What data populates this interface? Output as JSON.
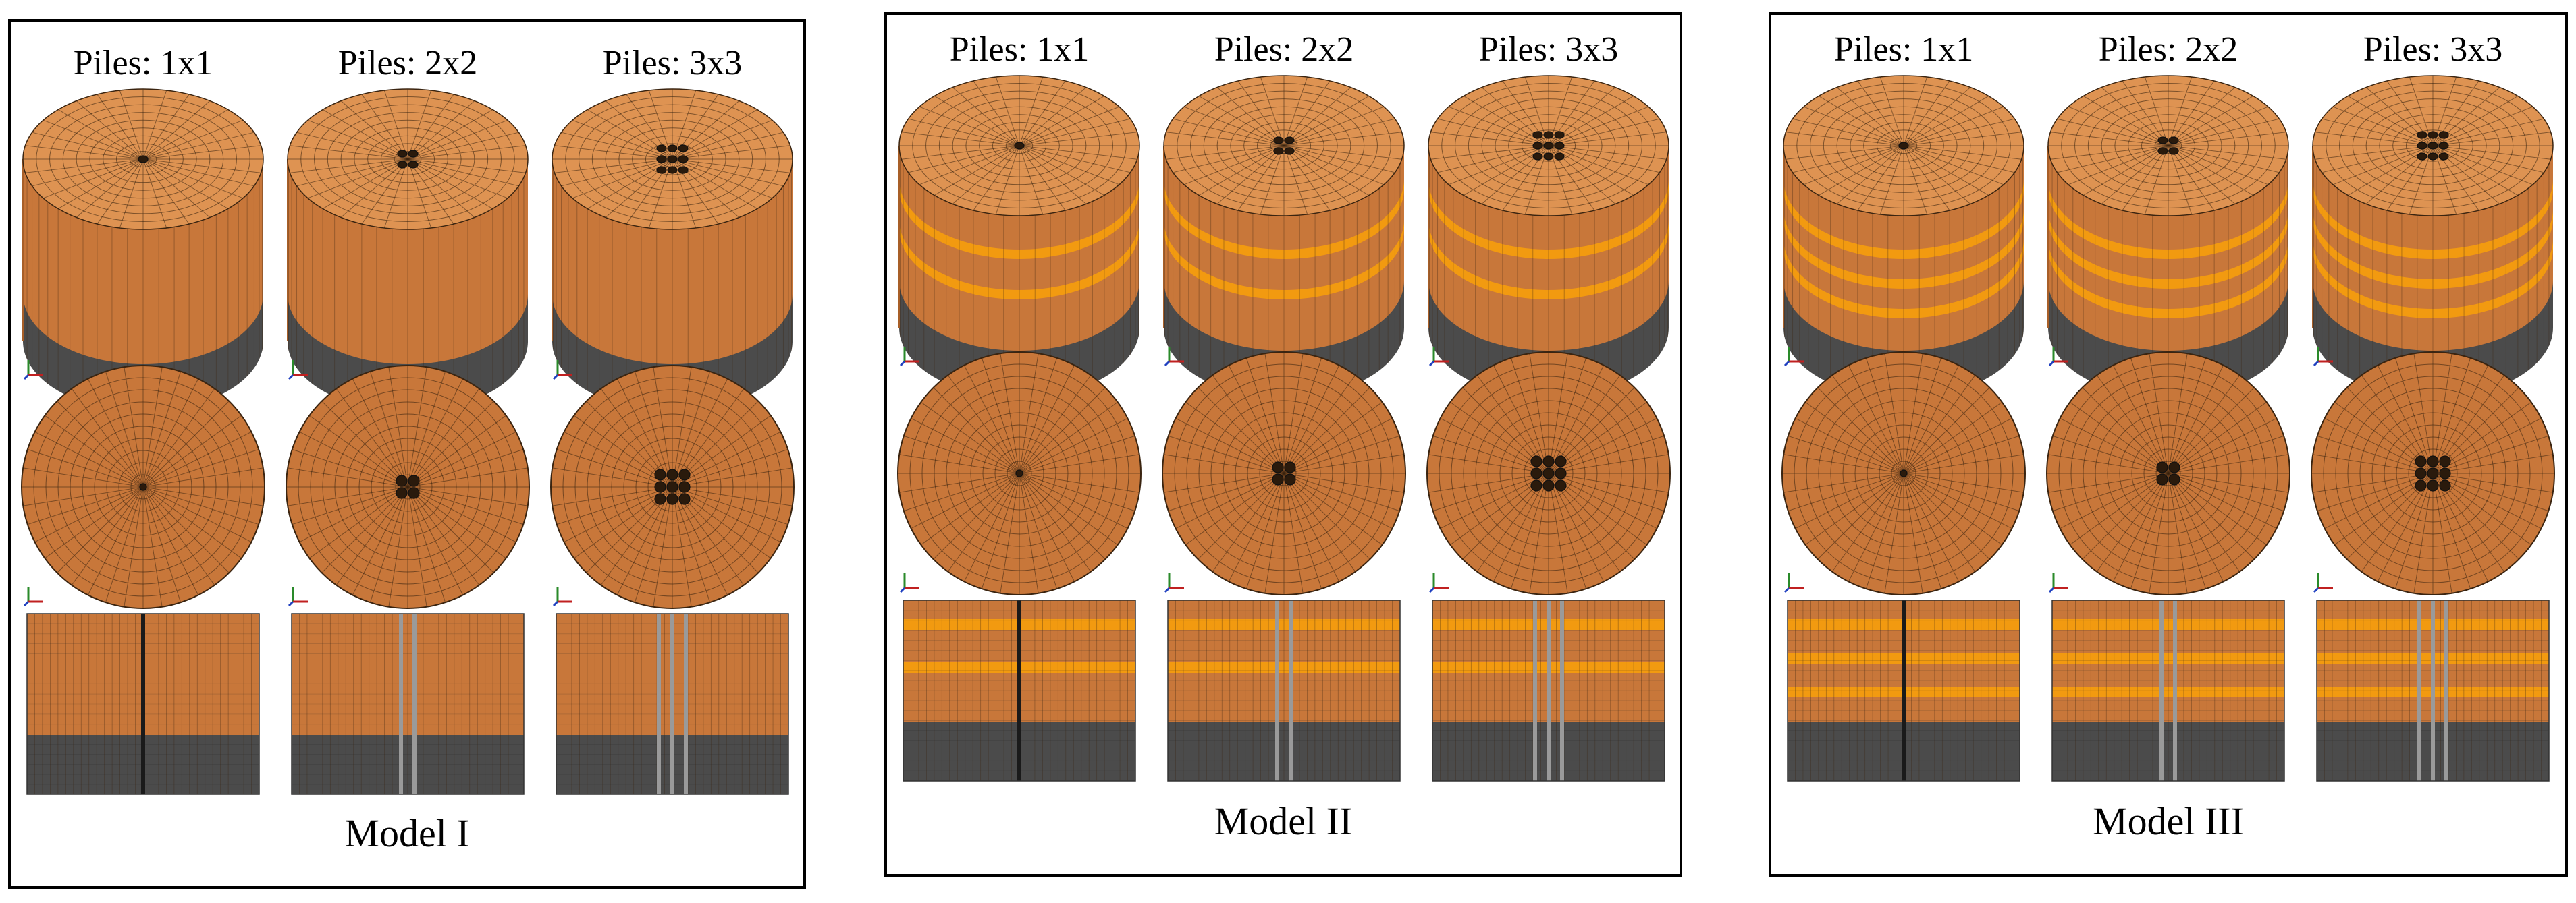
{
  "colors": {
    "soil": "#c8773a",
    "soil_dark": "#a85f28",
    "soil_highlight": "#de9352",
    "layer_stripe": "#f29a10",
    "rock": "#4b4b4b",
    "rock_dark": "#333333",
    "mesh_line": "#3a2410",
    "pile": "#9a9a9a",
    "frame": "#000000"
  },
  "models": [
    {
      "title": "Model I",
      "layer_stripes": 0,
      "columns": [
        {
          "label": "Piles: 1x1",
          "grid": 1
        },
        {
          "label": "Piles: 2x2",
          "grid": 2
        },
        {
          "label": "Piles: 3x3",
          "grid": 3
        }
      ]
    },
    {
      "title": "Model II",
      "layer_stripes": 2,
      "columns": [
        {
          "label": "Piles: 1x1",
          "grid": 1
        },
        {
          "label": "Piles: 2x2",
          "grid": 2
        },
        {
          "label": "Piles: 3x3",
          "grid": 3
        }
      ]
    },
    {
      "title": "Model III",
      "layer_stripes": 3,
      "columns": [
        {
          "label": "Piles: 1x1",
          "grid": 1
        },
        {
          "label": "Piles: 2x2",
          "grid": 2
        },
        {
          "label": "Piles: 3x3",
          "grid": 3
        }
      ]
    }
  ],
  "views": {
    "isometric": "isometric-cylinder-view",
    "top": "top-plan-view",
    "section": "cross-section-view"
  },
  "icons": {
    "axis_triad": "axis-triad-icon"
  }
}
